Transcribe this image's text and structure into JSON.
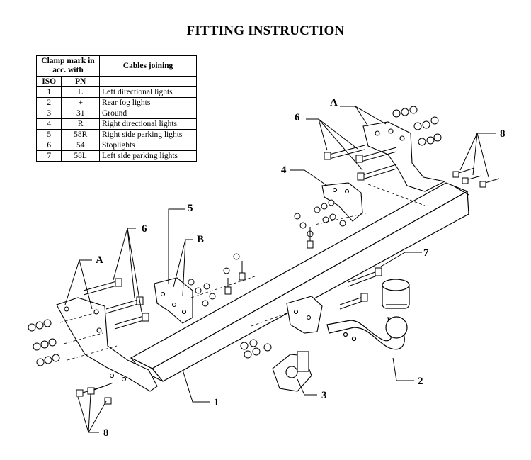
{
  "title": "FITTING INSTRUCTION",
  "table": {
    "header_clamp": "Clamp mark in acc. with",
    "header_cables": "Cables joining",
    "col_iso": "ISO",
    "col_pn": "PN",
    "rows": [
      {
        "iso": "1",
        "pn": "L",
        "cable": "Left directional lights"
      },
      {
        "iso": "2",
        "pn": "+",
        "cable": "Rear fog lights"
      },
      {
        "iso": "3",
        "pn": "31",
        "cable": "Ground"
      },
      {
        "iso": "4",
        "pn": "R",
        "cable": "Right directional lights"
      },
      {
        "iso": "5",
        "pn": "58R",
        "cable": "Right side parking lights"
      },
      {
        "iso": "6",
        "pn": "54",
        "cable": "Stoplights"
      },
      {
        "iso": "7",
        "pn": "58L",
        "cable": "Left side parking lights"
      }
    ]
  },
  "labels": {
    "a_top": "A",
    "six_top": "6",
    "eight_right": "8",
    "four": "4",
    "five": "5",
    "six_left": "6",
    "b": "B",
    "a_left": "A",
    "seven": "7",
    "two": "2",
    "three": "3",
    "one": "1",
    "eight_bottom": "8"
  }
}
